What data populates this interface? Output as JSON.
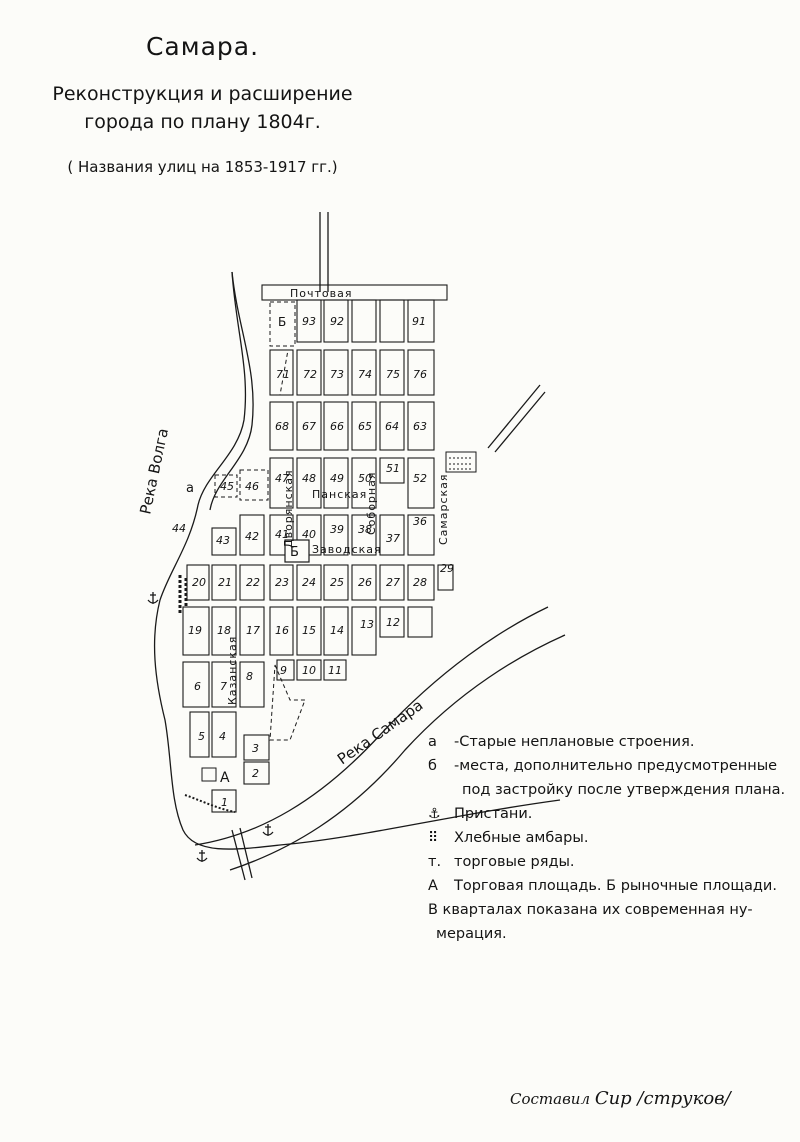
{
  "header": {
    "title": "Самара.",
    "subtitle_line1": "Реконструкция и расширение",
    "subtitle_line2": "города по плану 1804г.",
    "note": "( Названия улиц на 1853-1917 гг.)"
  },
  "map": {
    "rivers": {
      "volga": "Река Волга",
      "samara": "Река Самара"
    },
    "streets": {
      "pochtovaya": "Почтовая",
      "dvoryanskaya": "Дворянская",
      "panskaya": "Панская",
      "sokolovskaya": "Соборная",
      "zavodskaya": "Заводская",
      "samarskaya": "Самарская",
      "kazanskaya": "Казанская"
    },
    "markers": {
      "a": "а",
      "b": "Б",
      "A": "А"
    },
    "block_numbers": [
      "93",
      "92",
      "91",
      "71",
      "72",
      "73",
      "74",
      "75",
      "76",
      "68",
      "67",
      "66",
      "65",
      "64",
      "63",
      "47",
      "48",
      "49",
      "50",
      "51",
      "52",
      "43",
      "42",
      "41",
      "40",
      "39",
      "38",
      "37",
      "36",
      "20",
      "21",
      "22",
      "23",
      "24",
      "25",
      "26",
      "27",
      "28",
      "29",
      "19",
      "18",
      "17",
      "16",
      "15",
      "14",
      "13",
      "12",
      "9",
      "10",
      "11",
      "6",
      "7",
      "8",
      "5",
      "4",
      "3",
      "2",
      "1",
      "44",
      "45",
      "46",
      "Б"
    ]
  },
  "legend": {
    "items": [
      {
        "key": "а",
        "text": "-Старые неплановые строения."
      },
      {
        "key": "б",
        "text": "-места, дополнительно предусмотренные"
      },
      {
        "key": "",
        "text": "под застройку после утверждения плана."
      },
      {
        "key": "anchor-icon",
        "text": "Пристани."
      },
      {
        "key": "barns-icon",
        "text": "Хлебные амбары."
      },
      {
        "key": "т.",
        "text": "торговые ряды."
      },
      {
        "key": "А",
        "text": "Торговая площадь. Б рыночные площади."
      },
      {
        "key": "",
        "text": "В кварталах показана их современная ну-"
      },
      {
        "key": "",
        "text": "мерация."
      }
    ]
  },
  "signature": {
    "text": "Составил",
    "name": "Сир /струков/"
  }
}
